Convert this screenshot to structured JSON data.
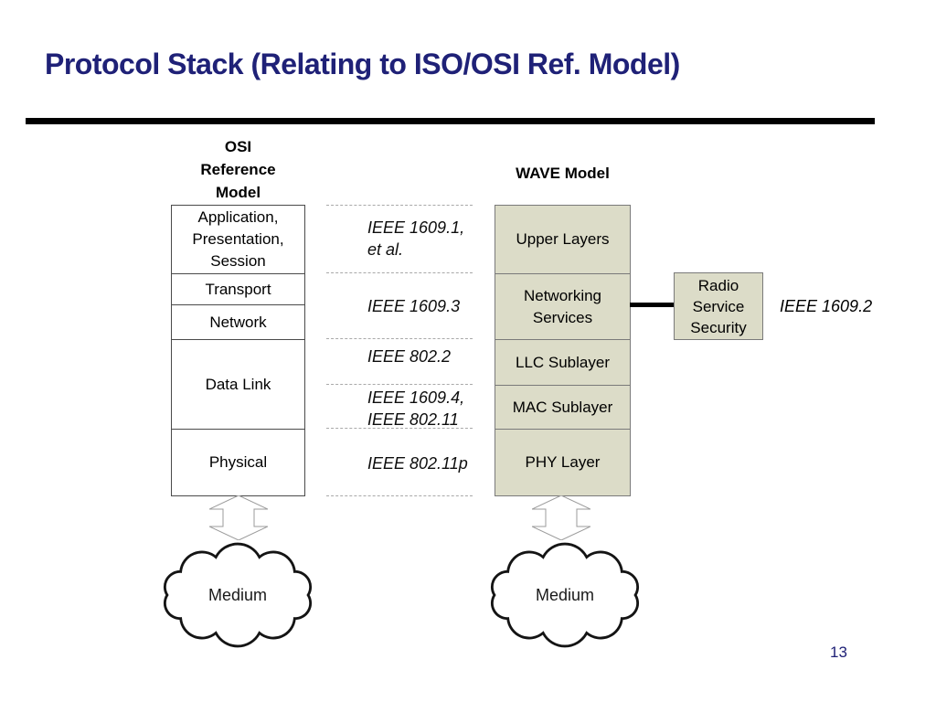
{
  "slide": {
    "title": "Protocol Stack (Relating to ISO/OSI Ref. Model)",
    "page_number": "13"
  },
  "osi_column": {
    "header": "OSI\nReference\nModel",
    "layers": [
      "Application,\nPresentation,\nSession",
      "Transport",
      "Network",
      "Data Link",
      "Physical"
    ]
  },
  "wave_column": {
    "header": "WAVE Model",
    "layers": [
      "Upper Layers",
      "Networking\nServices",
      "LLC Sublayer",
      "MAC Sublayer",
      "PHY Layer"
    ]
  },
  "standards": [
    "IEEE 1609.1,\net al.",
    "IEEE 1609.3",
    "IEEE 802.2",
    "IEEE 1609.4,\nIEEE 802.11",
    "IEEE 802.11p"
  ],
  "security": {
    "box_label": "Radio\nService\nSecurity",
    "standard": "IEEE 1609.2"
  },
  "medium": {
    "left_label": "Medium",
    "right_label": "Medium"
  },
  "colors": {
    "title_text": "#1f2177",
    "page_number_text": "#1f2177",
    "wave_box_fill": "#dcdcc8",
    "osi_box_border": "#4a4a4a",
    "wave_box_border": "#7a7a7a",
    "dashed_line": "#a9a9a9",
    "connector": "#000000",
    "cloud_outline": "#141414"
  }
}
